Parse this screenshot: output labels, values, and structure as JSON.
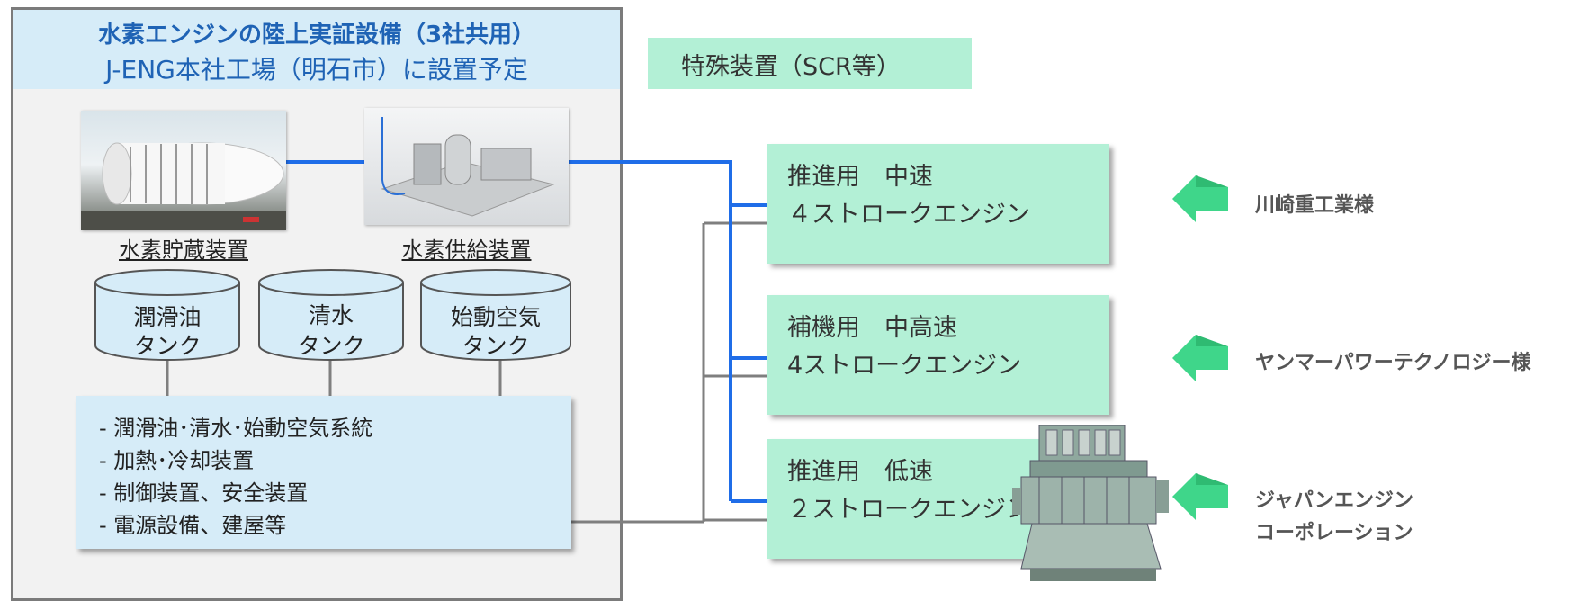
{
  "facility": {
    "title": "水素エンジンの陸上実証設備（3社共用）",
    "subtitle": "J-ENG本社工場（明石市）に設置予定",
    "storage_label": "水素貯蔵装置",
    "supply_label": "水素供給装置",
    "tanks": [
      {
        "line1": "潤滑油",
        "line2": "タンク"
      },
      {
        "line1": "清水",
        "line2": "タンク"
      },
      {
        "line1": "始動空気",
        "line2": "タンク"
      }
    ],
    "systems": [
      "-  潤滑油･清水･始動空気系統",
      "-  加熱･冷却装置",
      "-  制御装置、安全装置",
      "-  電源設備、建屋等"
    ]
  },
  "special_device": "特殊装置（SCR等）",
  "engines": [
    {
      "line1": "推進用　中速",
      "line2": "４ストロークエンジン",
      "maker": "川崎重工業様"
    },
    {
      "line1": "補機用　中高速",
      "line2": "4ストロークエンジン",
      "maker": "ヤンマーパワーテクノロジー様"
    },
    {
      "line1": "推進用　低速",
      "line2": "２ストロークエンジン",
      "maker_line1": "ジャパンエンジン",
      "maker_line2": "コーポレーション"
    }
  ],
  "colors": {
    "hydrogen_line": "#1f6de8",
    "utility_line": "#7f7f7f",
    "engine_box": "#b3f0d6",
    "facility_header": "#d6ecf8",
    "arrow": "#3fd68a"
  },
  "icons": [
    "hydrogen-storage-tank-image",
    "hydrogen-supply-unit-image",
    "engine-image",
    "left-arrow-icon"
  ]
}
